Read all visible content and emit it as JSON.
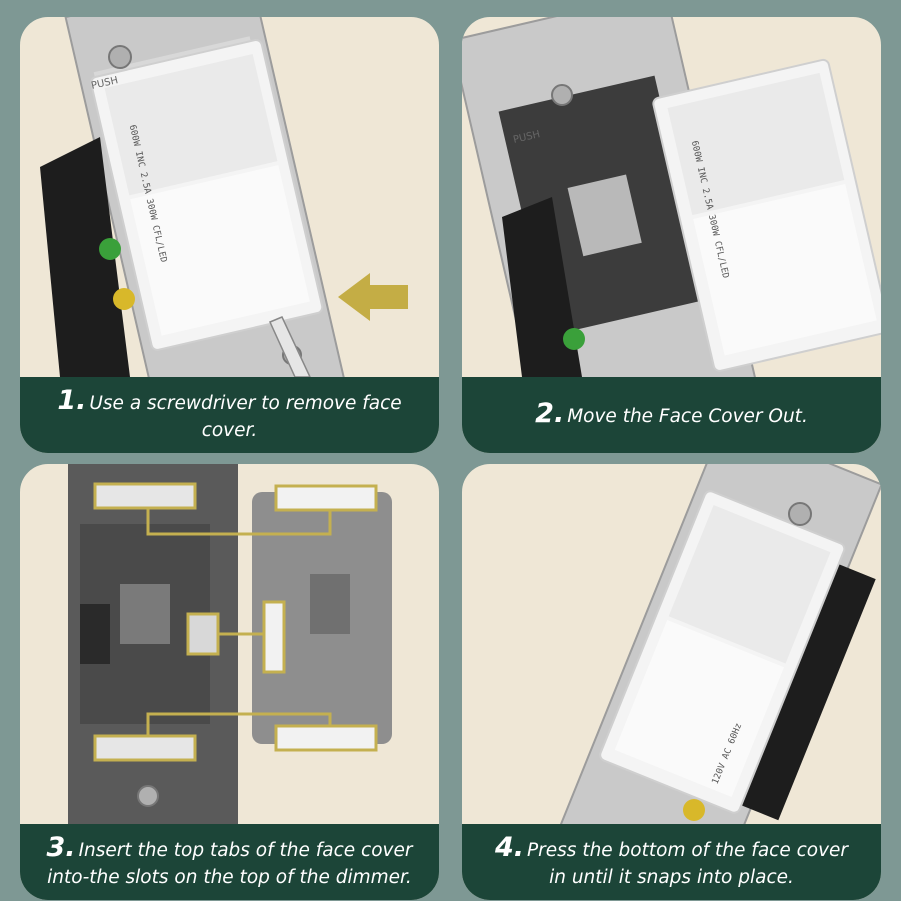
{
  "steps": [
    {
      "number": "1.",
      "text": "Use a screwdriver to remove face cover.",
      "rating_label": "600W INC 2.5A 300W CFL/LED",
      "push_label": "PUSH"
    },
    {
      "number": "2.",
      "text": "Move the Face Cover Out.",
      "rating_label": "600W INC 2.5A 300W CFL/LED",
      "push_label": "PUSH"
    },
    {
      "number": "3.",
      "text": "Insert the top tabs of the face cover into-the slots on the top of the dimmer."
    },
    {
      "number": "4.",
      "text": "Press the bottom of the face cover in until it snaps into place.",
      "rating_label": "120V AC 60Hz"
    }
  ],
  "colors": {
    "background": "#7e9894",
    "panel": "#efe7d6",
    "caption": "#1c4538",
    "highlight": "#c4b050",
    "arrow": "#c4ad45"
  },
  "icons": [
    "arrow-left-icon",
    "screwdriver-icon",
    "screw-icon"
  ]
}
